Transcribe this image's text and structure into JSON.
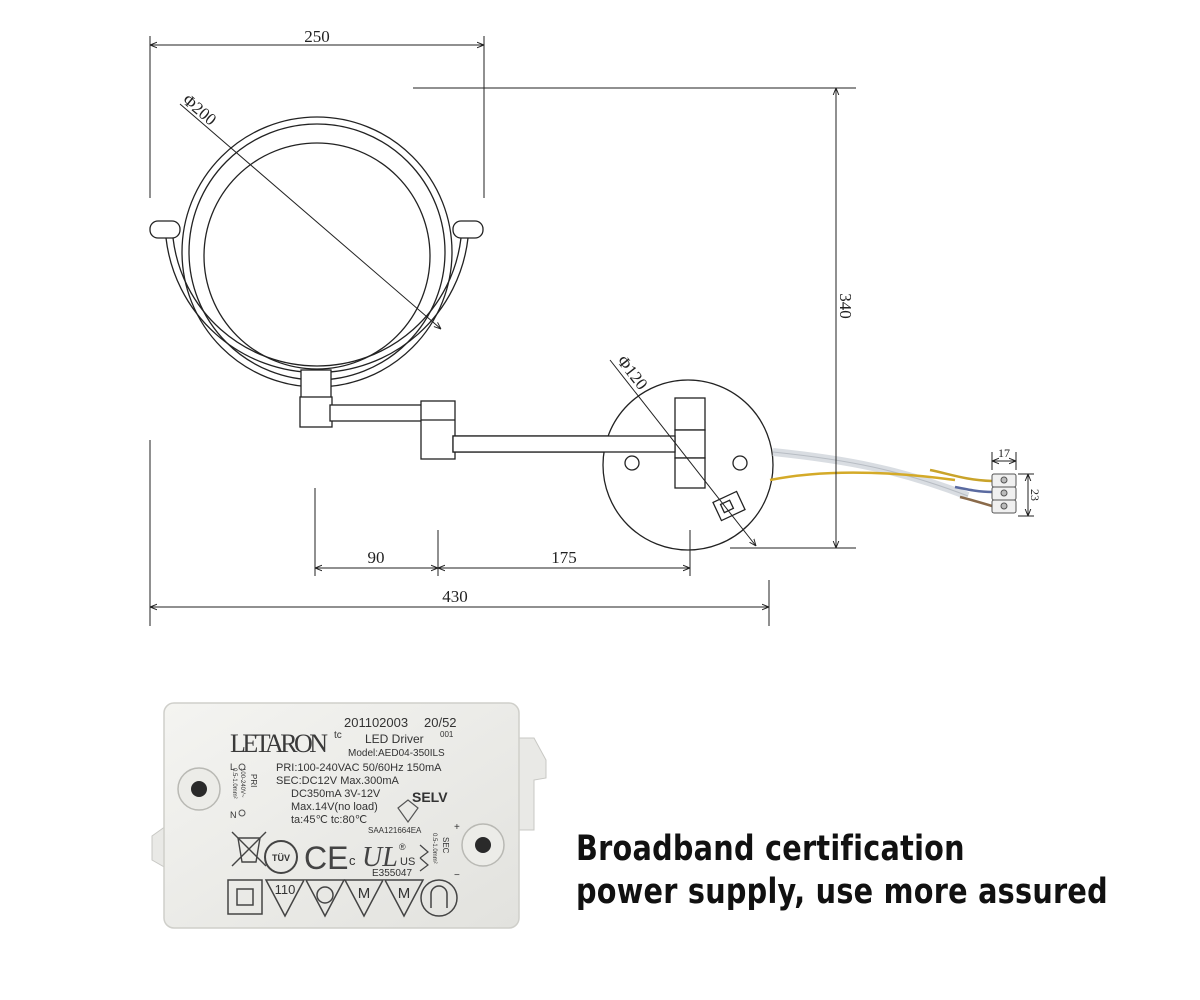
{
  "dimensions": {
    "mirror_width": "250",
    "mirror_diameter": "Φ200",
    "height": "340",
    "base_diameter": "Φ120",
    "arm_length_1": "90",
    "arm_length_2": "175",
    "total_length": "430",
    "connector_width": "17",
    "connector_height": "23"
  },
  "driver_label": {
    "brand": "LETARON",
    "tc": "tc",
    "code": "201102003",
    "date": "20/52",
    "batch": "001",
    "product": "LED Driver",
    "model": "Model:AED04-350ILS",
    "pri": "PRI:100-240VAC 50/60Hz 150mA",
    "sec": "SEC:DC12V  Max.300mA",
    "dc": "DC350mA  3V-12V",
    "max": "Max.14V(no load)",
    "temps": "ta:45℃  tc:80℃",
    "selv": "SELV",
    "saa": "SAA121664EA",
    "file": "E355047",
    "class_110": "110",
    "m1": "M",
    "m2": "M",
    "pri_side": "PRI",
    "pri_range": "100-240V~",
    "wire_spec": "0.5-1.0mm²",
    "l_mark": "L",
    "n_mark": "N",
    "sec_side": "SEC",
    "sec_wire": "0.5-1.0mm²",
    "plus": "+",
    "minus": "−",
    "tuv": "TÜV",
    "ce": "CE",
    "c_mark": "c",
    "ul_mark": "UL",
    "us_mark": "US",
    "reg": "®"
  },
  "caption": {
    "line1": "Broadband certification",
    "line2": "power supply, use more assured"
  }
}
